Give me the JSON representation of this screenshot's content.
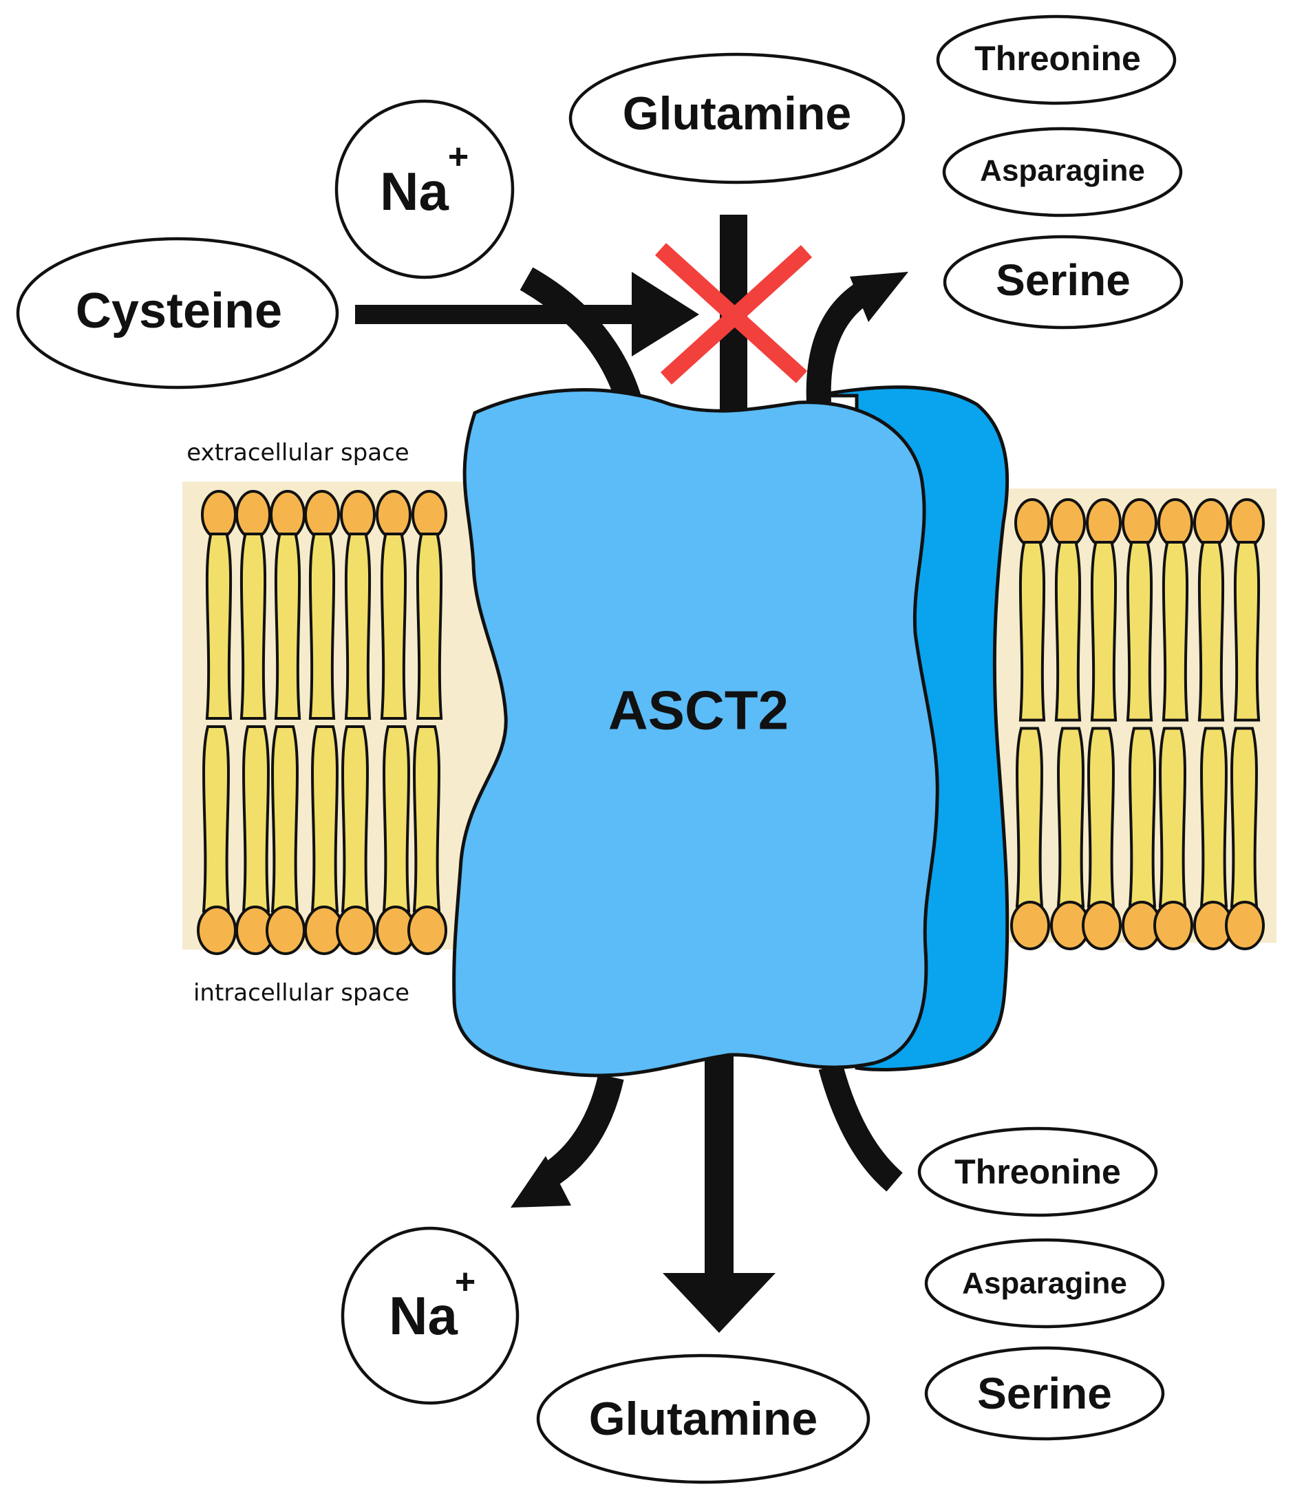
{
  "transporter": {
    "label": "ASCT2"
  },
  "compartments": {
    "extracellular": "extracellular space",
    "intracellular": "intracellular space"
  },
  "extracellular_molecules": {
    "sodium": "Na",
    "sodium_charge": "+",
    "glutamine": "Glutamine",
    "threonine": "Threonine",
    "asparagine": "Asparagine",
    "serine": "Serine",
    "cysteine": "Cysteine"
  },
  "intracellular_molecules": {
    "sodium": "Na",
    "sodium_charge": "+",
    "glutamine": "Glutamine",
    "threonine": "Threonine",
    "asparagine": "Asparagine",
    "serine": "Serine"
  },
  "colors": {
    "transporter_front": "#5bbcf7",
    "transporter_side": "#0aa3ee",
    "lipid_head": "#f5b54c",
    "lipid_tail": "#f2df6a",
    "membrane_core": "#f6ebcc",
    "block_mark": "#f2403c",
    "outline": "#111111"
  },
  "icons": {
    "block": "cross-mark-icon"
  }
}
